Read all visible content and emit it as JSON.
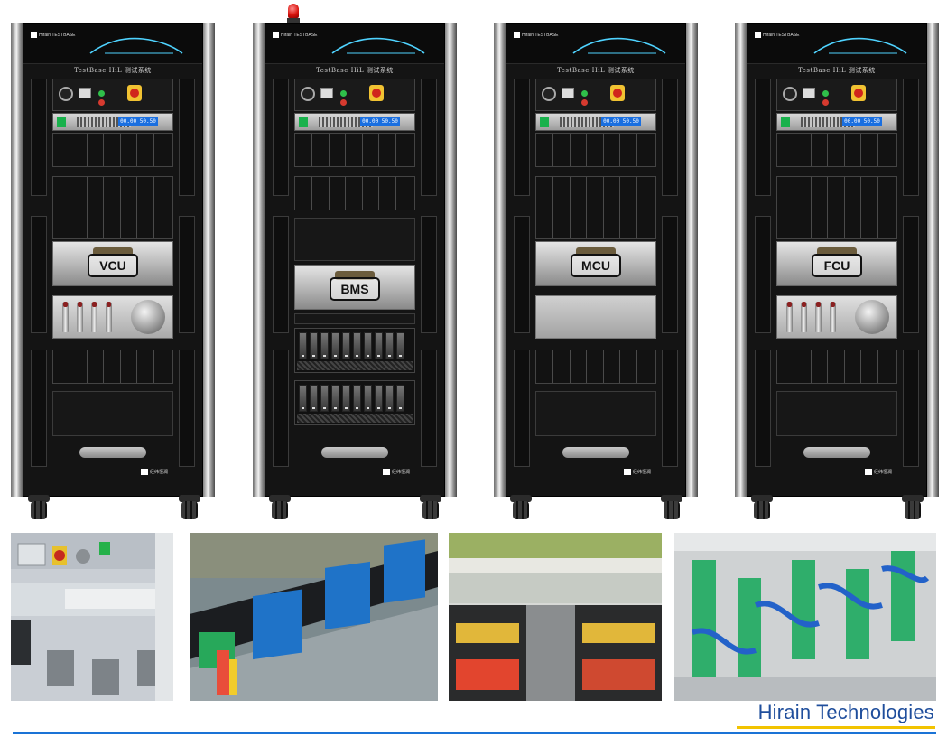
{
  "racks": [
    {
      "id": "vcu",
      "ecu_label": "VCU"
    },
    {
      "id": "bms",
      "ecu_label": "BMS"
    },
    {
      "id": "mcu",
      "ecu_label": "MCU"
    },
    {
      "id": "fcu",
      "ecu_label": "FCU"
    }
  ],
  "rack_panel_label": "TestBase HiL 测试系统",
  "rack_brand_small": "Hirain TESTBASE",
  "rack_footer_logo": "经纬恒润",
  "psu_display": "00.00 50.50",
  "company": {
    "name": "Hirain Technologies",
    "text_color": "#1f4e9c",
    "underline_color": "#f2c300",
    "rule_color": "#1a73d6"
  },
  "photos": [
    {
      "name": "control-panel-closeup-photo"
    },
    {
      "name": "signal-conditioning-modules-photo"
    },
    {
      "name": "terminal-block-wiring-photo"
    },
    {
      "name": "blue-harness-connectors-photo"
    }
  ]
}
